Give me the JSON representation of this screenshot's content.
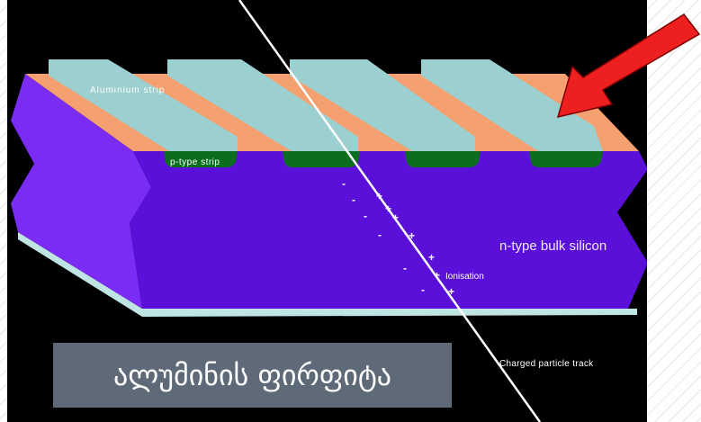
{
  "labels": {
    "aluminium_strip": "Aluminium strip",
    "p_type_strip": "p-type strip",
    "bulk": "n-type bulk silicon",
    "ionisation": "Ionisation",
    "track": "Charged particle track"
  },
  "charges": {
    "negative": "-",
    "positive": "+"
  },
  "caption": "ალუმინის ფირფიტა",
  "colors": {
    "bulk": "#5a10d8",
    "bulk_side": "#7a2cf4",
    "oxide": "#f4a070",
    "aluminium": "#9ccfcf",
    "p_type": "#0a6e1e",
    "bottom_plate": "#bfe4e4",
    "arrow": "#ee1f1f",
    "caption_bg": "#5e6a77"
  },
  "icons": {
    "pointer": "red-arrow-icon"
  }
}
